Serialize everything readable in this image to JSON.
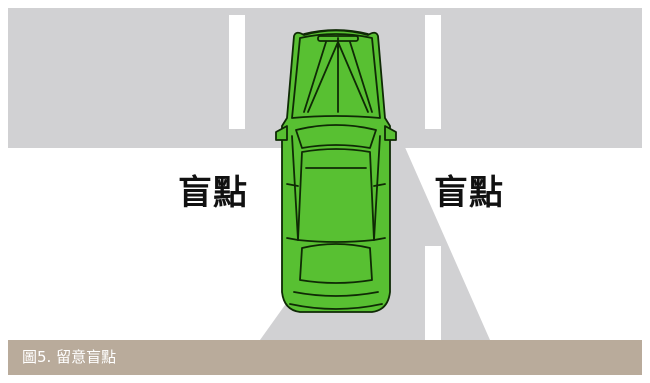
{
  "labels": {
    "blind_spot_left": "盲點",
    "blind_spot_right": "盲點"
  },
  "caption": "圖5. 留意盲點",
  "colors": {
    "road": "#d1d1d3",
    "lane_marking": "#ffffff",
    "car_body": "#58c032",
    "car_outline": "#0f2a05",
    "caption_bar": "#b9ab9b",
    "caption_text": "#ffffff"
  }
}
